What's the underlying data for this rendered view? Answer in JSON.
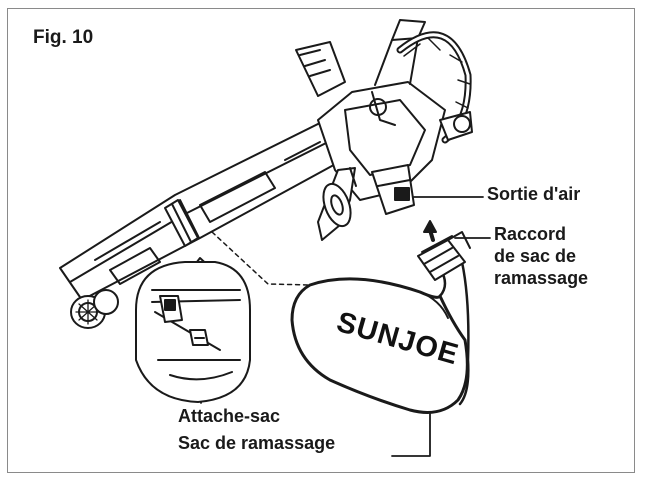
{
  "figure": {
    "title": "Fig. 10"
  },
  "labels": {
    "air_outlet": "Sortie d'air",
    "bag_connector": [
      "Raccord",
      "de sac de",
      "ramassage"
    ],
    "bag_clip": "Attache-sac",
    "collection_bag": "Sac de ramassage"
  },
  "brand": {
    "logo_text": "SUNJOE"
  },
  "icons": [
    "insert-arrow-icon",
    "detail-magnifier-callout",
    "leaf-blower-illustration",
    "collection-bag-illustration"
  ],
  "colors": {
    "line": "#1a1a1a",
    "text": "#1a1a1a",
    "frame": "#8a8a8a"
  }
}
